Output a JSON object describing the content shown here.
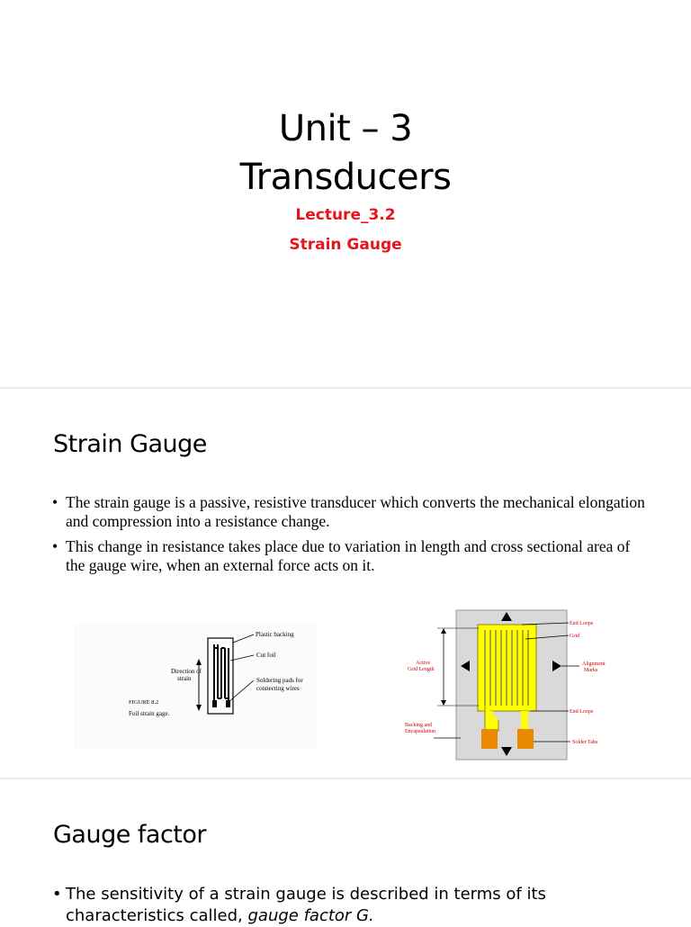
{
  "slide1": {
    "title_line1": "Unit – 3",
    "title_line2": "Transducers",
    "lecture": "Lecture_3.2",
    "topic": "Strain Gauge"
  },
  "slide2": {
    "heading": "Strain Gauge",
    "bullets": [
      "The strain gauge is a passive, resistive transducer which converts the mechanical elongation and compression into a resistance change.",
      "This change in resistance takes place due to variation in length and cross sectional area of the gauge wire, when an external force acts on it."
    ],
    "figure_left": {
      "direction_label_1": "Direction of",
      "direction_label_2": "strain",
      "plastic_backing": "Plastic backing",
      "cut_foil": "Cut foil",
      "solder_pads_1": "Soldering pads for",
      "solder_pads_2": "connecting wires",
      "caption_1": "FIGURE 8.2",
      "caption_2": "Foil strain gage."
    },
    "figure_right": {
      "end_loops_top": "End Loops",
      "grid": "Grid",
      "active_1": "Active",
      "active_2": "Grid Length",
      "alignment_1": "Alignment",
      "alignment_2": "Marks",
      "end_loops_bottom": "End Loops",
      "backing_1": "Backing and",
      "backing_2": "Encapsulation",
      "solder_tabs": "Solder Tabs",
      "colors": {
        "backing": "#d9d9d9",
        "grid": "#ffff00",
        "tabs": "#e98a00",
        "labels": "#cc0000"
      }
    }
  },
  "slide3": {
    "heading": "Gauge factor",
    "bullet_text": "The sensitivity of a strain gauge is described in terms of its characteristics called, ",
    "bullet_italic": "gauge factor G."
  }
}
